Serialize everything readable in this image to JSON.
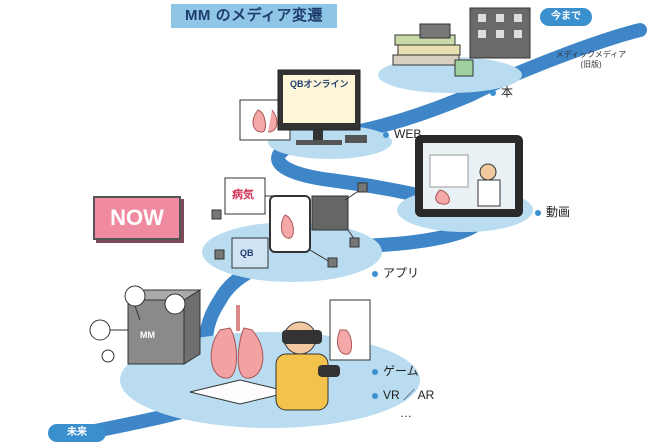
{
  "title": "MM のメディア変遷",
  "time_labels": {
    "start": "今まで",
    "end": "未来"
  },
  "source_note": [
    "メディックメディア",
    "(旧版)"
  ],
  "now_badge": "NOW",
  "stages": [
    {
      "label": "本"
    },
    {
      "label": "WEB"
    },
    {
      "label": "動画"
    },
    {
      "label": "アプリ"
    },
    {
      "label": "ゲーム"
    },
    {
      "label": "VR ／ AR"
    },
    {
      "label": "…"
    }
  ],
  "illustration_text": {
    "web_screen_header": "QBオンライン",
    "app_card_qb": "QB",
    "app_card_disease": "病気",
    "box_brand": "MM"
  },
  "colors": {
    "accent_blue": "#3a8fcf",
    "title_band": "#8fc6e6",
    "ellipse_fill": "#b9dcf0",
    "path_blue": "#3f86c8",
    "now_pink": "#f08aa0"
  }
}
